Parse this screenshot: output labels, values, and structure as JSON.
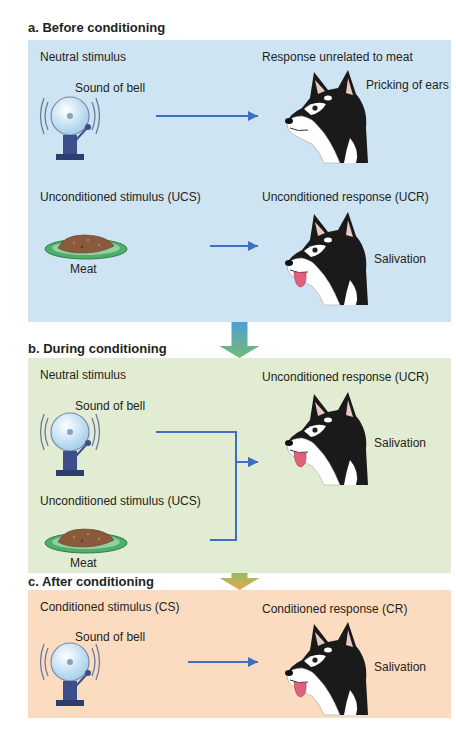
{
  "diagram": {
    "nodes": [
      {
        "text": [
          "a. Before conditioning"
        ]
      },
      {
        "text": [
          "Neutral stimulus",
          "Sound of bell"
        ],
        "in": 0
      },
      {
        "text": [
          "Response unrelated to meat",
          "Pricking of ears"
        ],
        "in": 0
      },
      {
        "text": [
          "Unconditioned stimulus (UCS)",
          "Meat"
        ],
        "in": 0
      },
      {
        "text": [
          "Unconditioned response (UCR)",
          "Salivation"
        ],
        "in": 0
      },
      {
        "text": [
          "b. During conditioning"
        ]
      },
      {
        "text": [
          "Neutral stimulus",
          "Sound of bell"
        ],
        "in": 5
      },
      {
        "text": [
          "Unconditioned response (UCR)",
          "Salivation"
        ],
        "in": 5
      },
      {
        "text": [
          "Unconditioned stimulus (UCS)",
          "Meat"
        ],
        "in": 5
      },
      {
        "text": [
          "c. After conditioning"
        ]
      },
      {
        "text": [
          "Conditioned stimulus (CS)",
          "Sound of bell"
        ],
        "in": 9
      },
      {
        "text": [
          "Conditioned response (CR)",
          "Salivation"
        ],
        "in": 9
      }
    ],
    "edges": [
      {
        "from": 1,
        "to": 2,
        "arrow": "to"
      },
      {
        "from": 3,
        "to": 4,
        "arrow": "to"
      },
      {
        "from": 0,
        "to": 5,
        "arrow": "to"
      },
      {
        "from": 6,
        "to": 7,
        "arrow": "to"
      },
      {
        "from": 8,
        "to": 7,
        "arrow": "to"
      },
      {
        "from": 5,
        "to": 9,
        "arrow": "to"
      },
      {
        "from": 10,
        "to": 11,
        "arrow": "to"
      }
    ]
  }
}
